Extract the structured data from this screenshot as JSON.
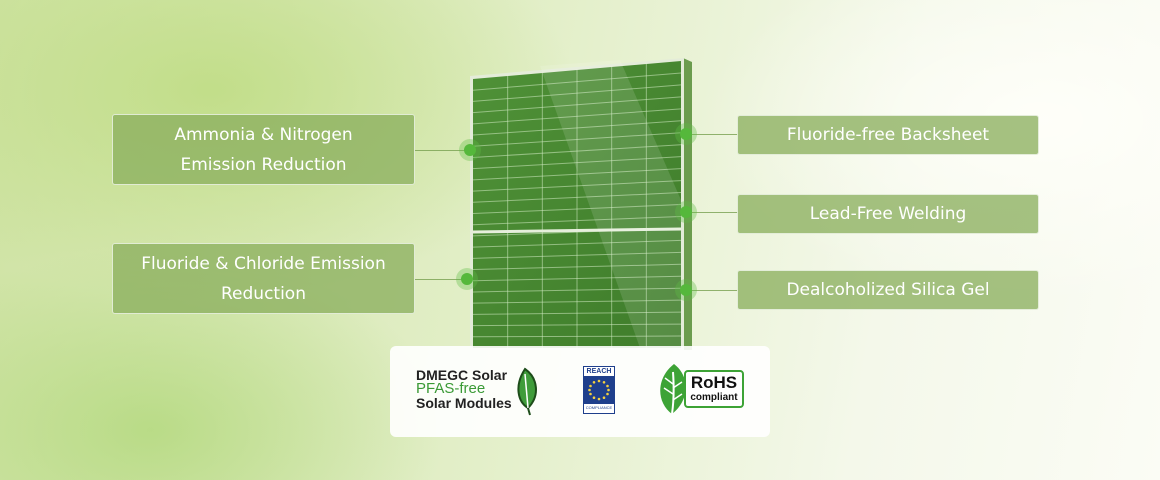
{
  "labels": {
    "left_top": "Ammonia & Nitrogen\nEmission Reduction",
    "left_bottom": "Fluoride & Chloride Emission\nReduction",
    "right_1": "Fluoride-free Backsheet",
    "right_2": "Lead-Free Welding",
    "right_3": "Dealcoholized Silica Gel"
  },
  "certifications": {
    "brand_line1": "DMEGC Solar",
    "brand_line2": "PFAS-free",
    "brand_line3": "Solar Modules",
    "reach_label": "REACH",
    "reach_sub": "COMPLIANCE",
    "rohs_title": "RoHS",
    "rohs_sub": "compliant"
  },
  "icons": [
    "leaf-icon",
    "eu-stars-icon",
    "rohs-leaf-icon"
  ],
  "colors": {
    "panel_green": "#4d8d36",
    "accent_green": "#55b83b",
    "label_bg": "#8caf5f"
  }
}
